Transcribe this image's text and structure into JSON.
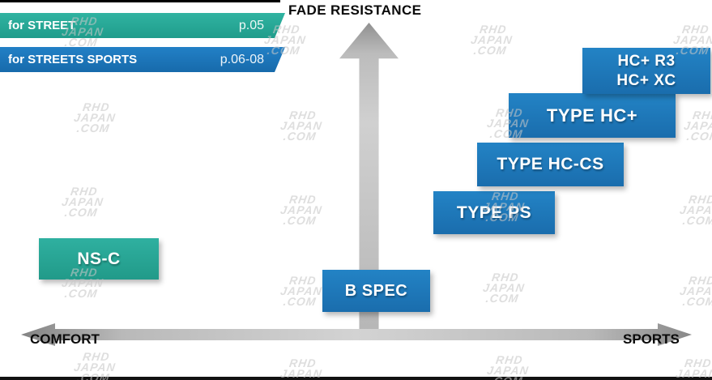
{
  "legend": [
    {
      "label": "for STREET",
      "page": "p.05",
      "color": "#2aa897"
    },
    {
      "label": "for STREETS SPORTS",
      "page": "p.06-08",
      "color": "#1d78bd"
    }
  ],
  "axes": {
    "y_label": "FADE RESISTANCE",
    "x_left_label": "COMFORT",
    "x_right_label": "SPORTS"
  },
  "products": [
    {
      "label": "NS-C",
      "category": "for STREET"
    },
    {
      "label": "B SPEC",
      "category": "for STREETS SPORTS"
    },
    {
      "label": "TYPE PS",
      "category": "for STREETS SPORTS"
    },
    {
      "label": "TYPE HC-CS",
      "category": "for STREETS SPORTS"
    },
    {
      "label": "TYPE HC+",
      "category": "for STREETS SPORTS"
    },
    {
      "line1": "HC+ R3",
      "line2": "HC+ XC",
      "category": "for STREETS SPORTS"
    }
  ],
  "watermark": {
    "lines": [
      "RHD",
      "JAPAN",
      ".COM"
    ]
  },
  "chart_data": {
    "type": "scatter",
    "title": "",
    "xlabel": "COMFORT (left) to SPORTS (right)",
    "ylabel": "FADE RESISTANCE",
    "x_axis": {
      "left_end": "COMFORT",
      "right_end": "SPORTS",
      "range": [
        0,
        100
      ]
    },
    "y_axis": {
      "label": "FADE RESISTANCE",
      "range": [
        0,
        100
      ]
    },
    "grid": false,
    "legend_position": "top-left",
    "series": [
      {
        "name": "for STREET",
        "page_ref": "p.05",
        "color": "#2aa897",
        "points": [
          {
            "label": "NS-C",
            "x": 11,
            "y": 24
          }
        ]
      },
      {
        "name": "for STREETS SPORTS",
        "page_ref": "p.06-08",
        "color": "#1d78bd",
        "points": [
          {
            "label": "B SPEC",
            "x": 53,
            "y": 14
          },
          {
            "label": "TYPE PS",
            "x": 71,
            "y": 39
          },
          {
            "label": "TYPE HC-CS",
            "x": 79,
            "y": 55
          },
          {
            "label": "TYPE HC+",
            "x": 85,
            "y": 70
          },
          {
            "label": "HC+ R3 / HC+ XC",
            "x": 93,
            "y": 85
          }
        ]
      }
    ]
  }
}
